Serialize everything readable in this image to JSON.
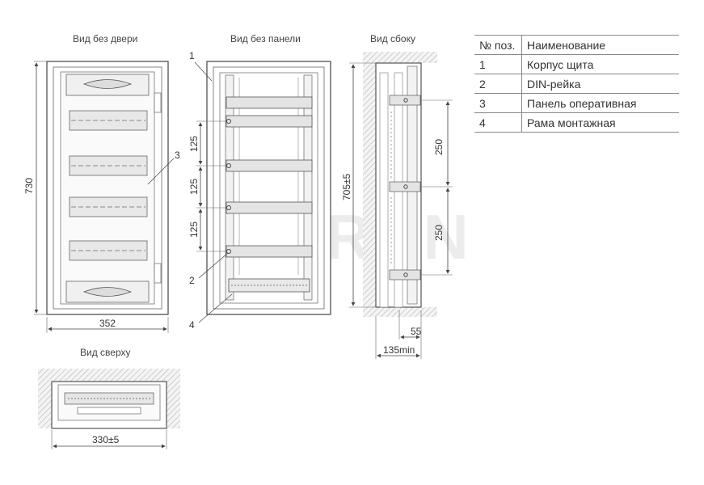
{
  "views": {
    "front_no_door": "Вид без двери",
    "front_no_panel": "Вид без панели",
    "side": "Вид сбоку",
    "top": "Вид сверху"
  },
  "dimensions": {
    "height_730": "730",
    "width_352": "352",
    "pitch_a": "125",
    "pitch_b": "125",
    "pitch_c": "125",
    "inner_705": "705±5",
    "side_250_a": "250",
    "side_250_b": "250",
    "depth_55": "55",
    "depth_135": "135min",
    "top_330": "330±5"
  },
  "callouts": {
    "c1": "1",
    "c2": "2",
    "c3": "3",
    "c4": "4"
  },
  "watermark": "ELTRON",
  "parts_table": {
    "headers": [
      "№ поз.",
      "Наименование"
    ],
    "rows": [
      [
        "1",
        "Корпус щита"
      ],
      [
        "2",
        "DIN-рейка"
      ],
      [
        "3",
        "Панель оперативная"
      ],
      [
        "4",
        "Рама монтажная"
      ]
    ]
  }
}
